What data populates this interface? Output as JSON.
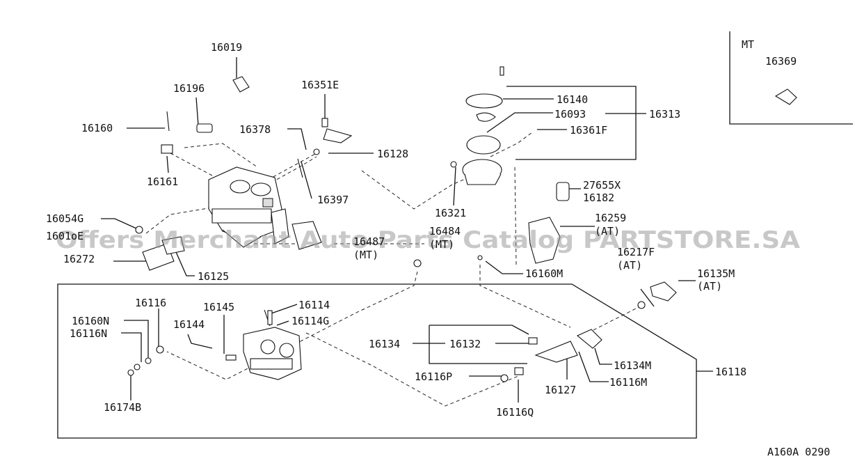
{
  "diagram_code": "A160A 0290",
  "watermark": "Offers Merchant Auto Parts Catalog PARTSTORE.SA",
  "inset_title": "MT",
  "labels": {
    "p16019": "16019",
    "p16196": "16196",
    "p16351E": "16351E",
    "p16160": "16160",
    "p16378": "16378",
    "p16128": "16128",
    "p16161": "16161",
    "p16397": "16397",
    "p16054G": "16054G",
    "p16010E": "1601oE",
    "p16272": "16272",
    "p16125": "16125",
    "p16484": "16484",
    "p16484_note": "(MT)",
    "p16487": "16487",
    "p16487_note": "(MT)",
    "p16140": "16140",
    "p16093": "16093",
    "p16313": "16313",
    "p16361F": "16361F",
    "p16321": "16321",
    "p27655X": "27655X",
    "p16182": "16182",
    "p16259": "16259",
    "p16259_note": "(AT)",
    "p16217F": "16217F",
    "p16217F_note": "(AT)",
    "p16160M": "16160M",
    "p16135M": "16135M",
    "p16135M_note": "(AT)",
    "p16369": "16369",
    "p16116": "16116",
    "p16145": "16145",
    "p16114": "16114",
    "p16114G": "16114G",
    "p16160N": "16160N",
    "p16144": "16144",
    "p16116N": "16116N",
    "p16174B": "16174B",
    "p16134": "16134",
    "p16132": "16132",
    "p16116P": "16116P",
    "p16127": "16127",
    "p16134M": "16134M",
    "p16116M": "16116M",
    "p16116Q": "16116Q",
    "p16118": "16118"
  }
}
